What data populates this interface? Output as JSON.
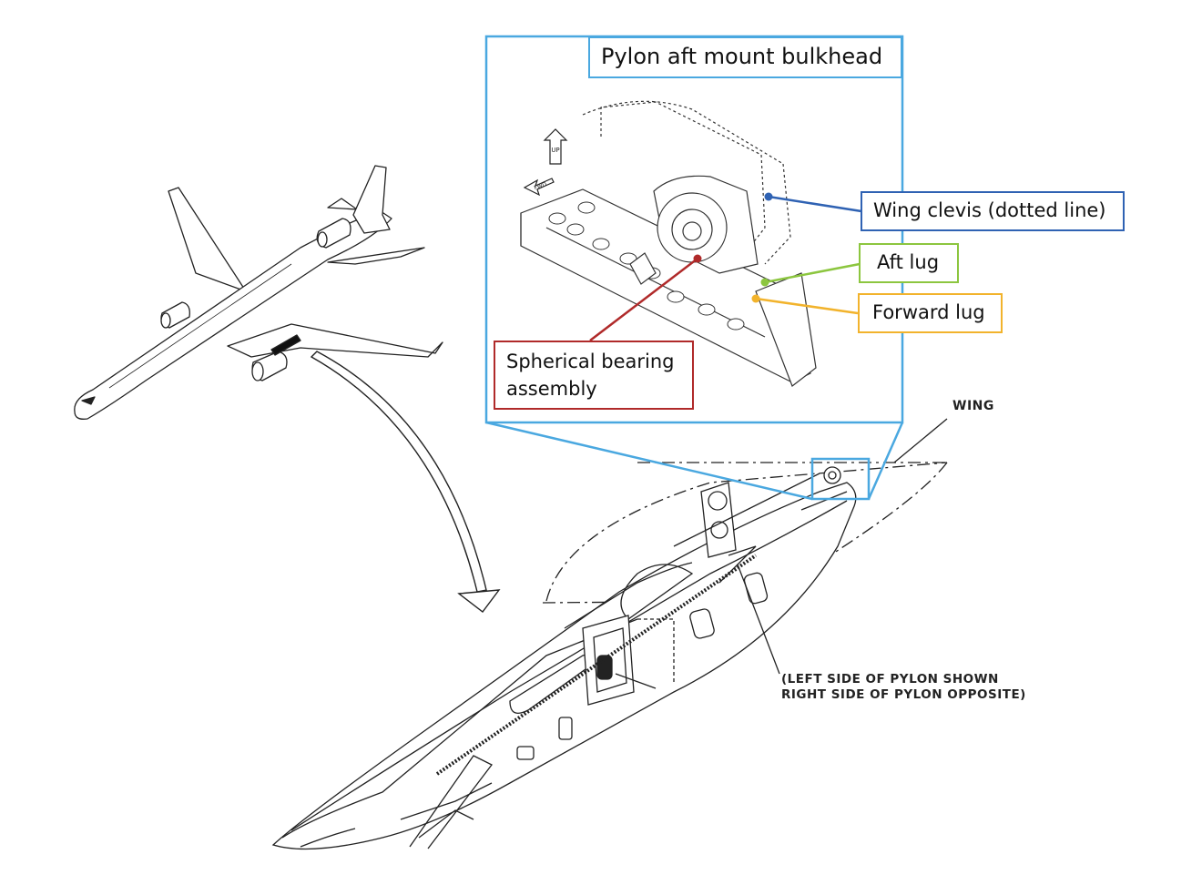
{
  "inset": {
    "title": "Pylon aft mount bulkhead",
    "border_color": "#4aa8e0",
    "orientation": {
      "up": "UP",
      "fwd": "FWD"
    }
  },
  "callouts": {
    "wing_clevis": {
      "label": "Wing clevis (dotted line)",
      "color": "#2f62b3"
    },
    "aft_lug": {
      "label": "Aft lug",
      "color": "#8cc63f"
    },
    "forward_lug": {
      "label": "Forward lug",
      "color": "#f2b32c"
    },
    "spherical_bearing": {
      "label_line1": "Spherical bearing",
      "label_line2": "assembly",
      "color": "#b02a2a"
    }
  },
  "drawing": {
    "wing_label": "WING",
    "note_line1": "(LEFT SIDE OF PYLON SHOWN",
    "note_line2": "RIGHT SIDE OF PYLON OPPOSITE)"
  }
}
